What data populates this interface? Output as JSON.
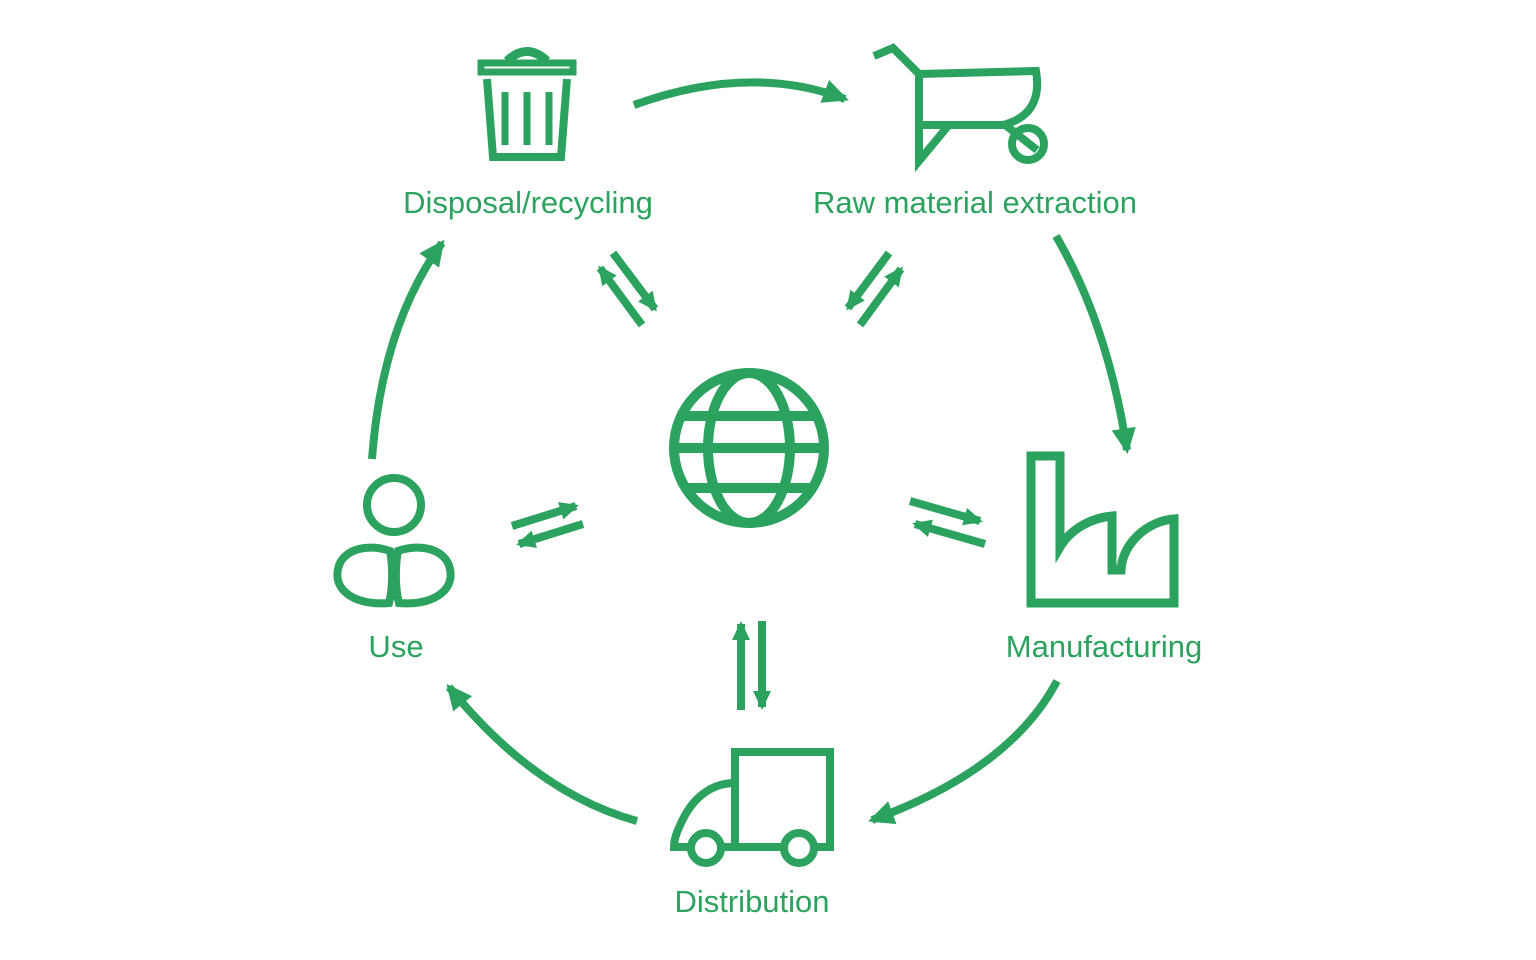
{
  "colors": {
    "accent": "#2CA25F",
    "background": "#FFFFFF"
  },
  "diagram_type": "product-lifecycle-cycle",
  "center": {
    "icon": "globe-icon"
  },
  "stages": [
    {
      "label": "Disposal/recycling",
      "icon": "trash-icon"
    },
    {
      "label": "Raw material extraction",
      "icon": "wheelbarrow-icon"
    },
    {
      "label": "Manufacturing",
      "icon": "factory-icon"
    },
    {
      "label": "Distribution",
      "icon": "truck-icon"
    },
    {
      "label": "Use",
      "icon": "person-icon"
    }
  ],
  "connections": {
    "cycle": [
      {
        "from": "Disposal/recycling",
        "to": "Raw material extraction"
      },
      {
        "from": "Raw material extraction",
        "to": "Manufacturing"
      },
      {
        "from": "Manufacturing",
        "to": "Distribution"
      },
      {
        "from": "Distribution",
        "to": "Use"
      },
      {
        "from": "Use",
        "to": "Disposal/recycling"
      }
    ],
    "bidirectional_with_center": [
      "Disposal/recycling",
      "Raw material extraction",
      "Manufacturing",
      "Distribution",
      "Use"
    ]
  }
}
